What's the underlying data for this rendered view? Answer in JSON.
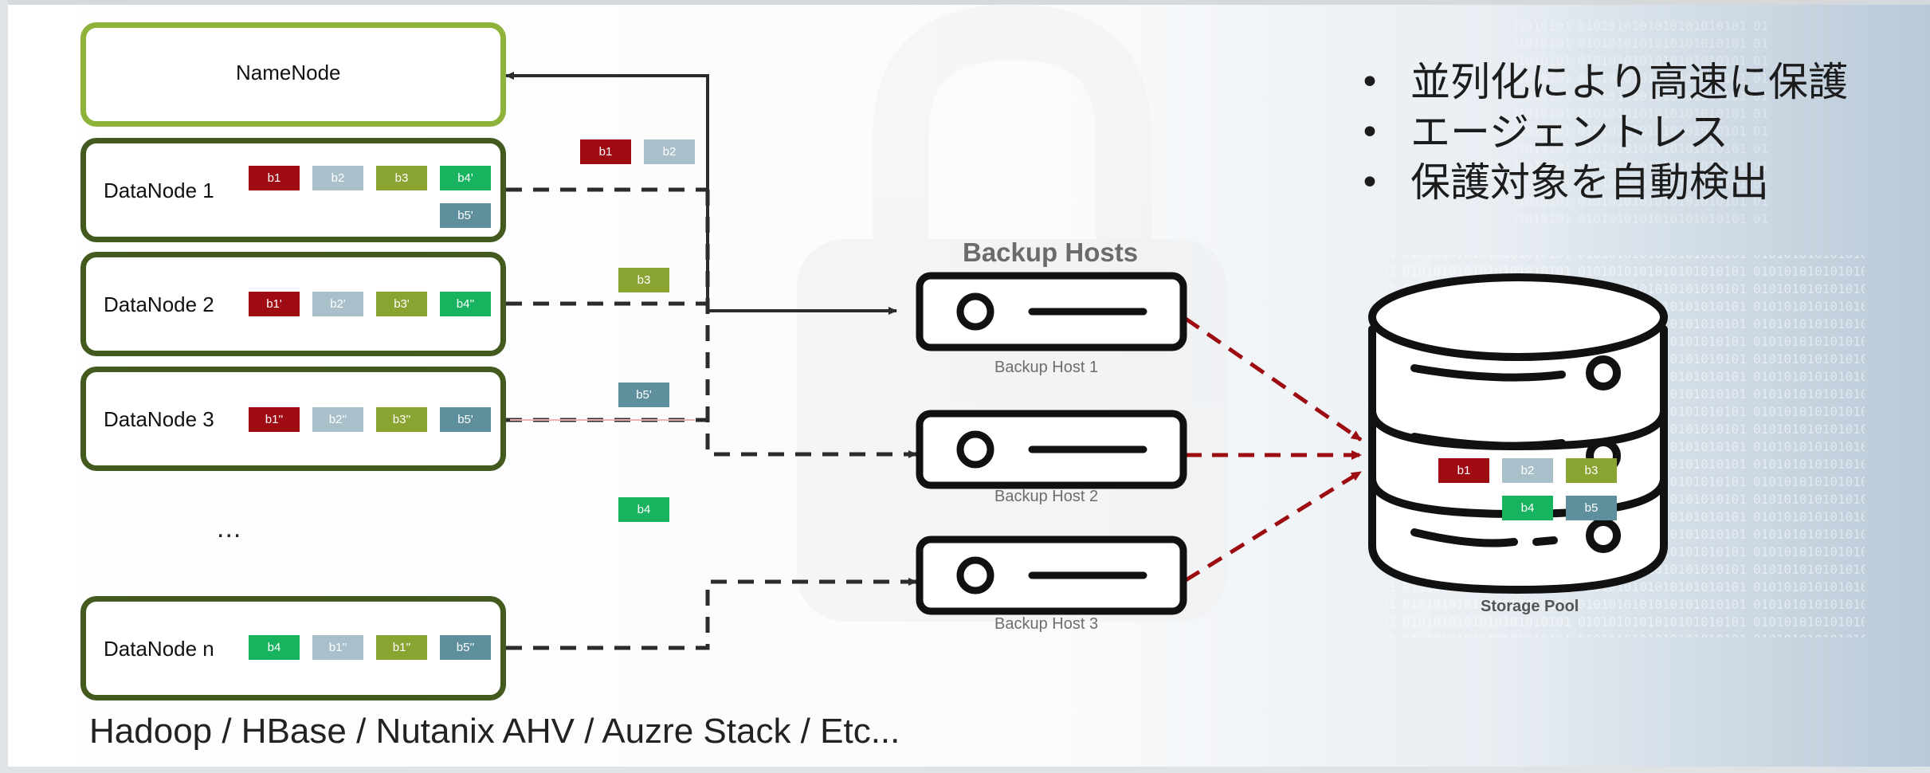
{
  "name_node": {
    "label": "NameNode"
  },
  "data_nodes": [
    {
      "label": "DataNode 1",
      "blocks": [
        {
          "text": "b1",
          "color": "red"
        },
        {
          "text": "b2",
          "color": "light"
        },
        {
          "text": "b3",
          "color": "olive"
        },
        {
          "text": "b4'",
          "color": "green"
        },
        {
          "text": "b5'",
          "color": "teal"
        }
      ]
    },
    {
      "label": "DataNode 2",
      "blocks": [
        {
          "text": "b1'",
          "color": "red"
        },
        {
          "text": "b2'",
          "color": "light"
        },
        {
          "text": "b3'",
          "color": "olive"
        },
        {
          "text": "b4''",
          "color": "green"
        }
      ]
    },
    {
      "label": "DataNode 3",
      "blocks": [
        {
          "text": "b1''",
          "color": "red"
        },
        {
          "text": "b2''",
          "color": "light"
        },
        {
          "text": "b3''",
          "color": "olive"
        },
        {
          "text": "b5'",
          "color": "teal"
        }
      ]
    },
    {
      "label": "DataNode n",
      "blocks": [
        {
          "text": "b4",
          "color": "green"
        },
        {
          "text": "b1''",
          "color": "light"
        },
        {
          "text": "b1''",
          "color": "olive"
        },
        {
          "text": "b5''",
          "color": "teal"
        }
      ]
    }
  ],
  "ellipsis": "...",
  "transfer_blocks": [
    {
      "text": "b1",
      "color": "red"
    },
    {
      "text": "b2",
      "color": "light"
    },
    {
      "text": "b3",
      "color": "olive"
    },
    {
      "text": "b5'",
      "color": "teal"
    },
    {
      "text": "b4",
      "color": "green"
    }
  ],
  "backup_hosts": {
    "title": "Backup Hosts",
    "hosts": [
      "Backup Host 1",
      "Backup Host 2",
      "Backup Host 3"
    ]
  },
  "storage_pool": {
    "label": "Storage Pool",
    "blocks": [
      {
        "text": "b1",
        "color": "red"
      },
      {
        "text": "b2",
        "color": "light"
      },
      {
        "text": "b3",
        "color": "olive"
      },
      {
        "text": "b4",
        "color": "green"
      },
      {
        "text": "b5",
        "color": "teal"
      }
    ]
  },
  "bullets": [
    "並列化により高速に保護",
    "エージェントレス",
    "保護対象を自動検出"
  ],
  "footer": "Hadoop / HBase / Nutanix AHV / Auzre Stack / Etc...",
  "colors": {
    "red": "#9f0b12",
    "light": "#a9c0ca",
    "olive": "#8aa432",
    "green": "#17b35e",
    "teal": "#5e8f9c",
    "namenode_border": "#8db33a",
    "datanode_border": "#435a1e",
    "dashed_dark": "#2b2b2b",
    "dashed_red": "#9c0c10"
  }
}
